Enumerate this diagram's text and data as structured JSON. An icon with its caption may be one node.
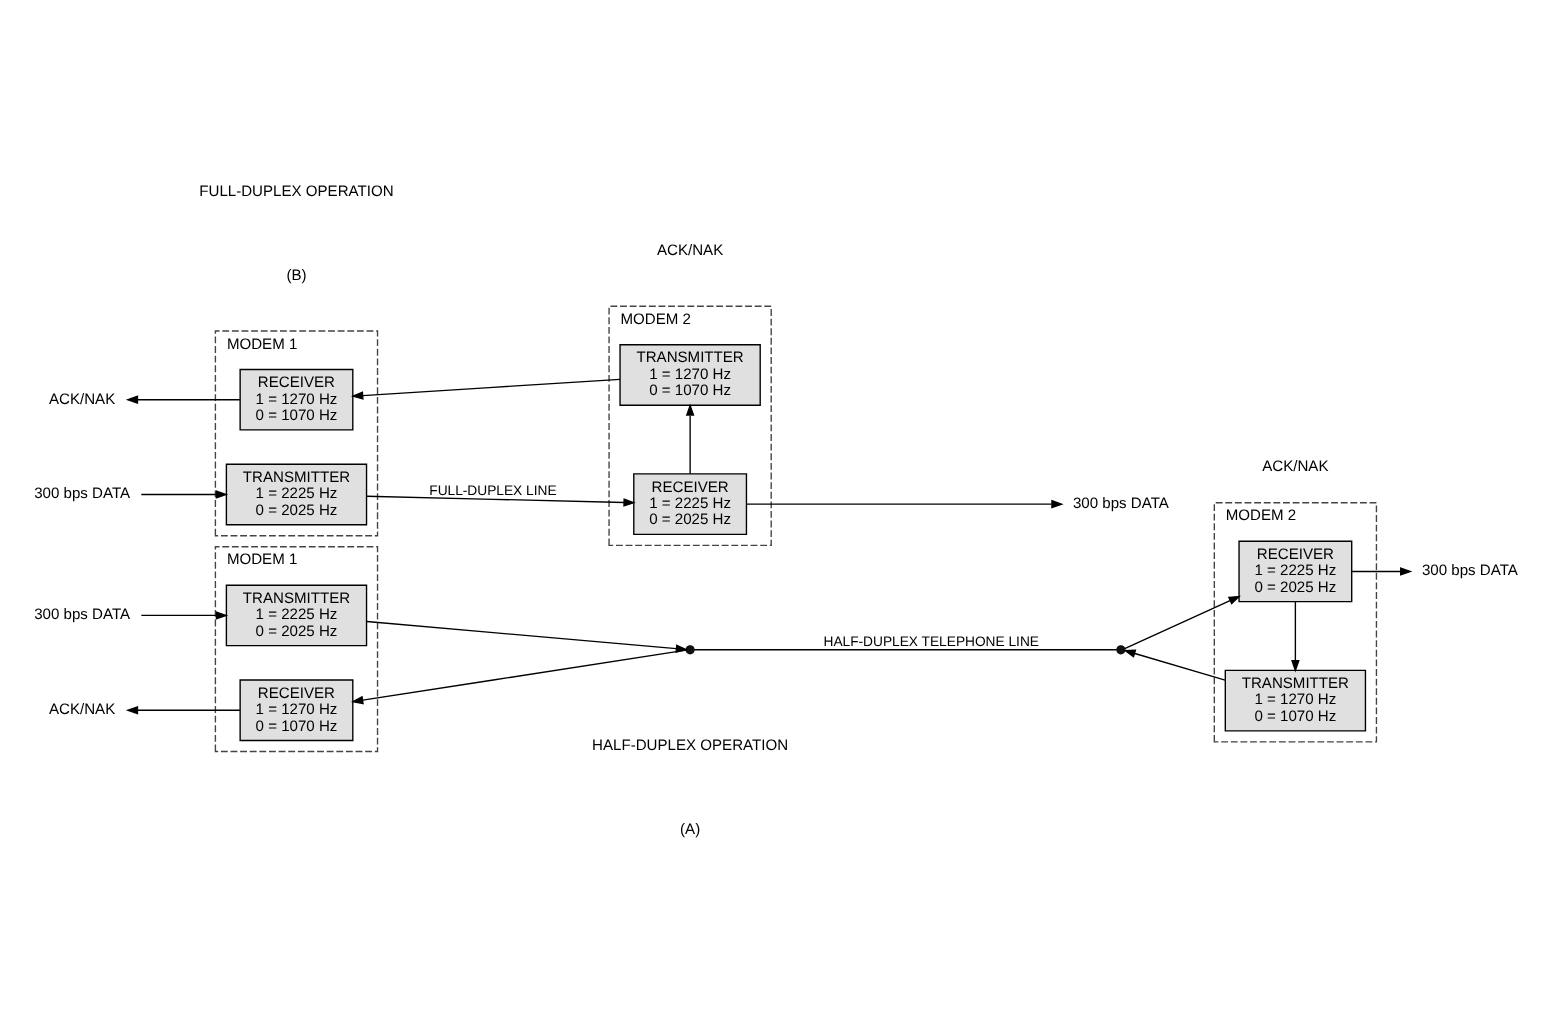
{
  "diagram": {
    "nodes": [
      {
        "text": [
          "MODEM 1"
        ]
      },
      {
        "text": [
          "TRANSMITTER",
          "1 = 2225 Hz",
          "0 = 2025 Hz"
        ],
        "in": 0
      },
      {
        "text": [
          "RECEIVER",
          "1 = 1270 Hz",
          "0 = 1070 Hz"
        ],
        "in": 0
      },
      {
        "text": [
          "MODEM 2"
        ]
      },
      {
        "text": [
          "RECEIVER",
          "1 = 2225 Hz",
          "0 = 2025 Hz"
        ],
        "in": 3
      },
      {
        "text": [
          "TRANSMITTER",
          "1 = 1270 Hz",
          "0 = 1070 Hz"
        ],
        "in": 3
      },
      {
        "text": [
          "300 bps DATA"
        ]
      },
      {
        "text": [
          "ACK/NAK"
        ]
      },
      {
        "text": [
          "300 bps DATA"
        ]
      },
      {
        "text": [],
        "shape": "circle"
      },
      {
        "text": [],
        "shape": "circle"
      },
      {
        "text": [
          "MODEM 1"
        ]
      },
      {
        "text": [
          "TRANSMITTER",
          "1 = 2225 Hz",
          "0 = 2025 Hz"
        ],
        "in": 11
      },
      {
        "text": [
          "RECEIVER",
          "1 = 1270 Hz",
          "0 = 1070 Hz"
        ],
        "in": 11
      },
      {
        "text": [
          "MODEM 2"
        ]
      },
      {
        "text": [
          "RECEIVER",
          "1 = 2225 Hz",
          "0 = 2025 Hz"
        ],
        "in": 14
      },
      {
        "text": [
          "TRANSMITTER",
          "1 = 1270 Hz",
          "0 = 1070 Hz"
        ],
        "in": 14
      },
      {
        "text": [
          "300 bps DATA"
        ]
      },
      {
        "text": [
          "ACK/NAK"
        ]
      },
      {
        "text": [
          "300 bps DATA"
        ]
      }
    ],
    "edges": [
      {
        "from": 6,
        "to": 1,
        "arrow": "to"
      },
      {
        "from": 1,
        "to": 9,
        "arrow": "to"
      },
      {
        "from": 9,
        "to": 2,
        "arrow": "to"
      },
      {
        "from": 2,
        "to": 7,
        "arrow": "to"
      },
      {
        "from": 9,
        "to": 10,
        "arrow": "none",
        "label": "HALF-DUPLEX TELEPHONE LINE"
      },
      {
        "from": 10,
        "to": 4,
        "arrow": "to"
      },
      {
        "from": 5,
        "to": 10,
        "arrow": "to"
      },
      {
        "from": 4,
        "to": 8,
        "arrow": "to"
      },
      {
        "from": 4,
        "to": 5,
        "arrow": "to"
      },
      {
        "from": 17,
        "to": 12,
        "arrow": "to"
      },
      {
        "from": 12,
        "to": 15,
        "arrow": "to",
        "label": "FULL-DUPLEX LINE"
      },
      {
        "from": 16,
        "to": 13,
        "arrow": "to"
      },
      {
        "from": 13,
        "to": 18,
        "arrow": "to"
      },
      {
        "from": 15,
        "to": 19,
        "arrow": "to"
      },
      {
        "from": 15,
        "to": 16,
        "arrow": "to"
      }
    ],
    "labels": [
      "ACK/NAK",
      "(A)",
      "HALF-DUPLEX OPERATION",
      "ACK/NAK",
      "(B)",
      "FULL-DUPLEX OPERATION"
    ]
  }
}
